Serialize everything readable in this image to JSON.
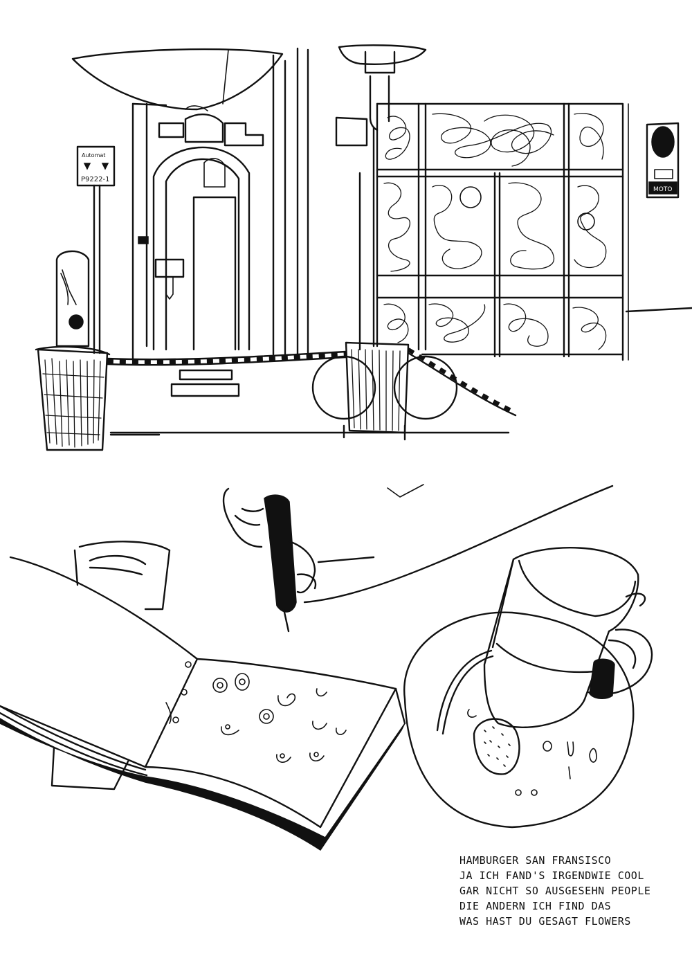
{
  "street_scene": {
    "parking_sign": {
      "line1": "Automat",
      "line2": "P9222-1"
    },
    "traffic_sign": {
      "label": "MOTO"
    }
  },
  "caption": {
    "lines": [
      "HAMBURGER SAN FRANSISCO",
      "JA ICH FAND'S IRGENDWIE COOL",
      "GAR NICHT SO AUSGESEHN PEOPLE",
      "DIE ANDERN ICH FIND DAS",
      "WAS HAST DU GESAGT FLOWERS"
    ]
  }
}
